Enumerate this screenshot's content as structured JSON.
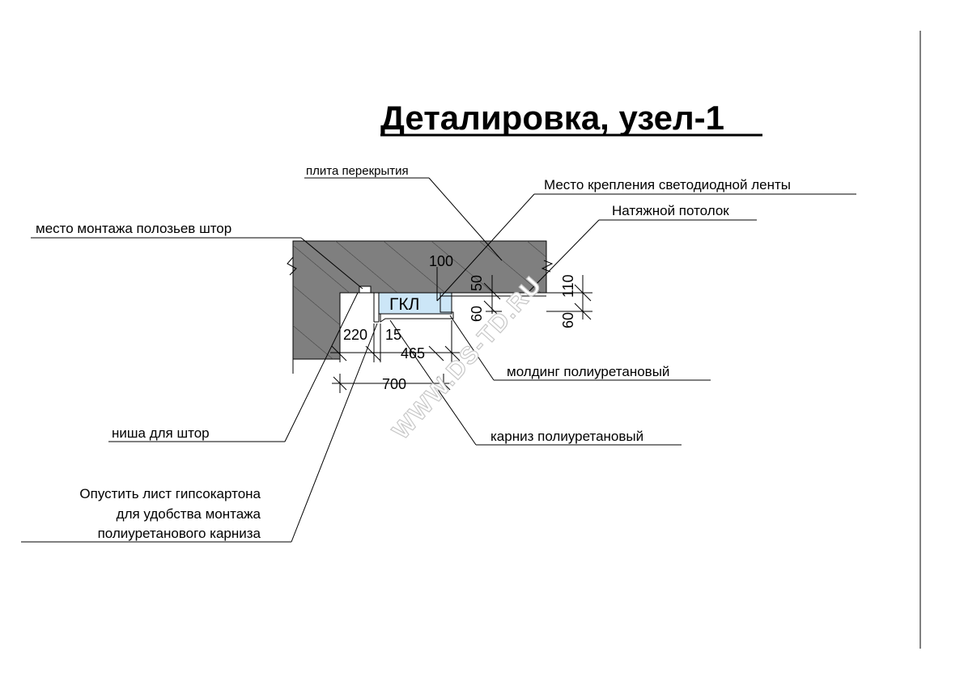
{
  "title": "Деталировка, узел-1",
  "labels": {
    "slab": "плита перекрытия",
    "led": "Место крепления светодиодной ленты",
    "ceiling": "Натяжной потолок",
    "curtain_rail": "место монтажа полозьев штор",
    "molding": "молдинг полиуретановый",
    "niche": "ниша для штор",
    "cornice": "карниз полиуретановый",
    "drywall_line1": "Опустить лист гипсокартона",
    "drywall_line2": "для удобства монтажа",
    "drywall_line3": "полиуретанового  карниза"
  },
  "gkl": "ГКЛ",
  "dimensions": {
    "d100": "100",
    "d50": "50",
    "d60a": "60",
    "d110": "110",
    "d60b": "60",
    "d220": "220",
    "d15": "15",
    "d465": "465",
    "d700": "700"
  },
  "watermark": "WWW.DS-TD.RU",
  "colors": {
    "slab_fill": "#7f7f7f",
    "gkl_fill": "#cce6f7",
    "watermark_stroke": "#c8c8c8"
  }
}
